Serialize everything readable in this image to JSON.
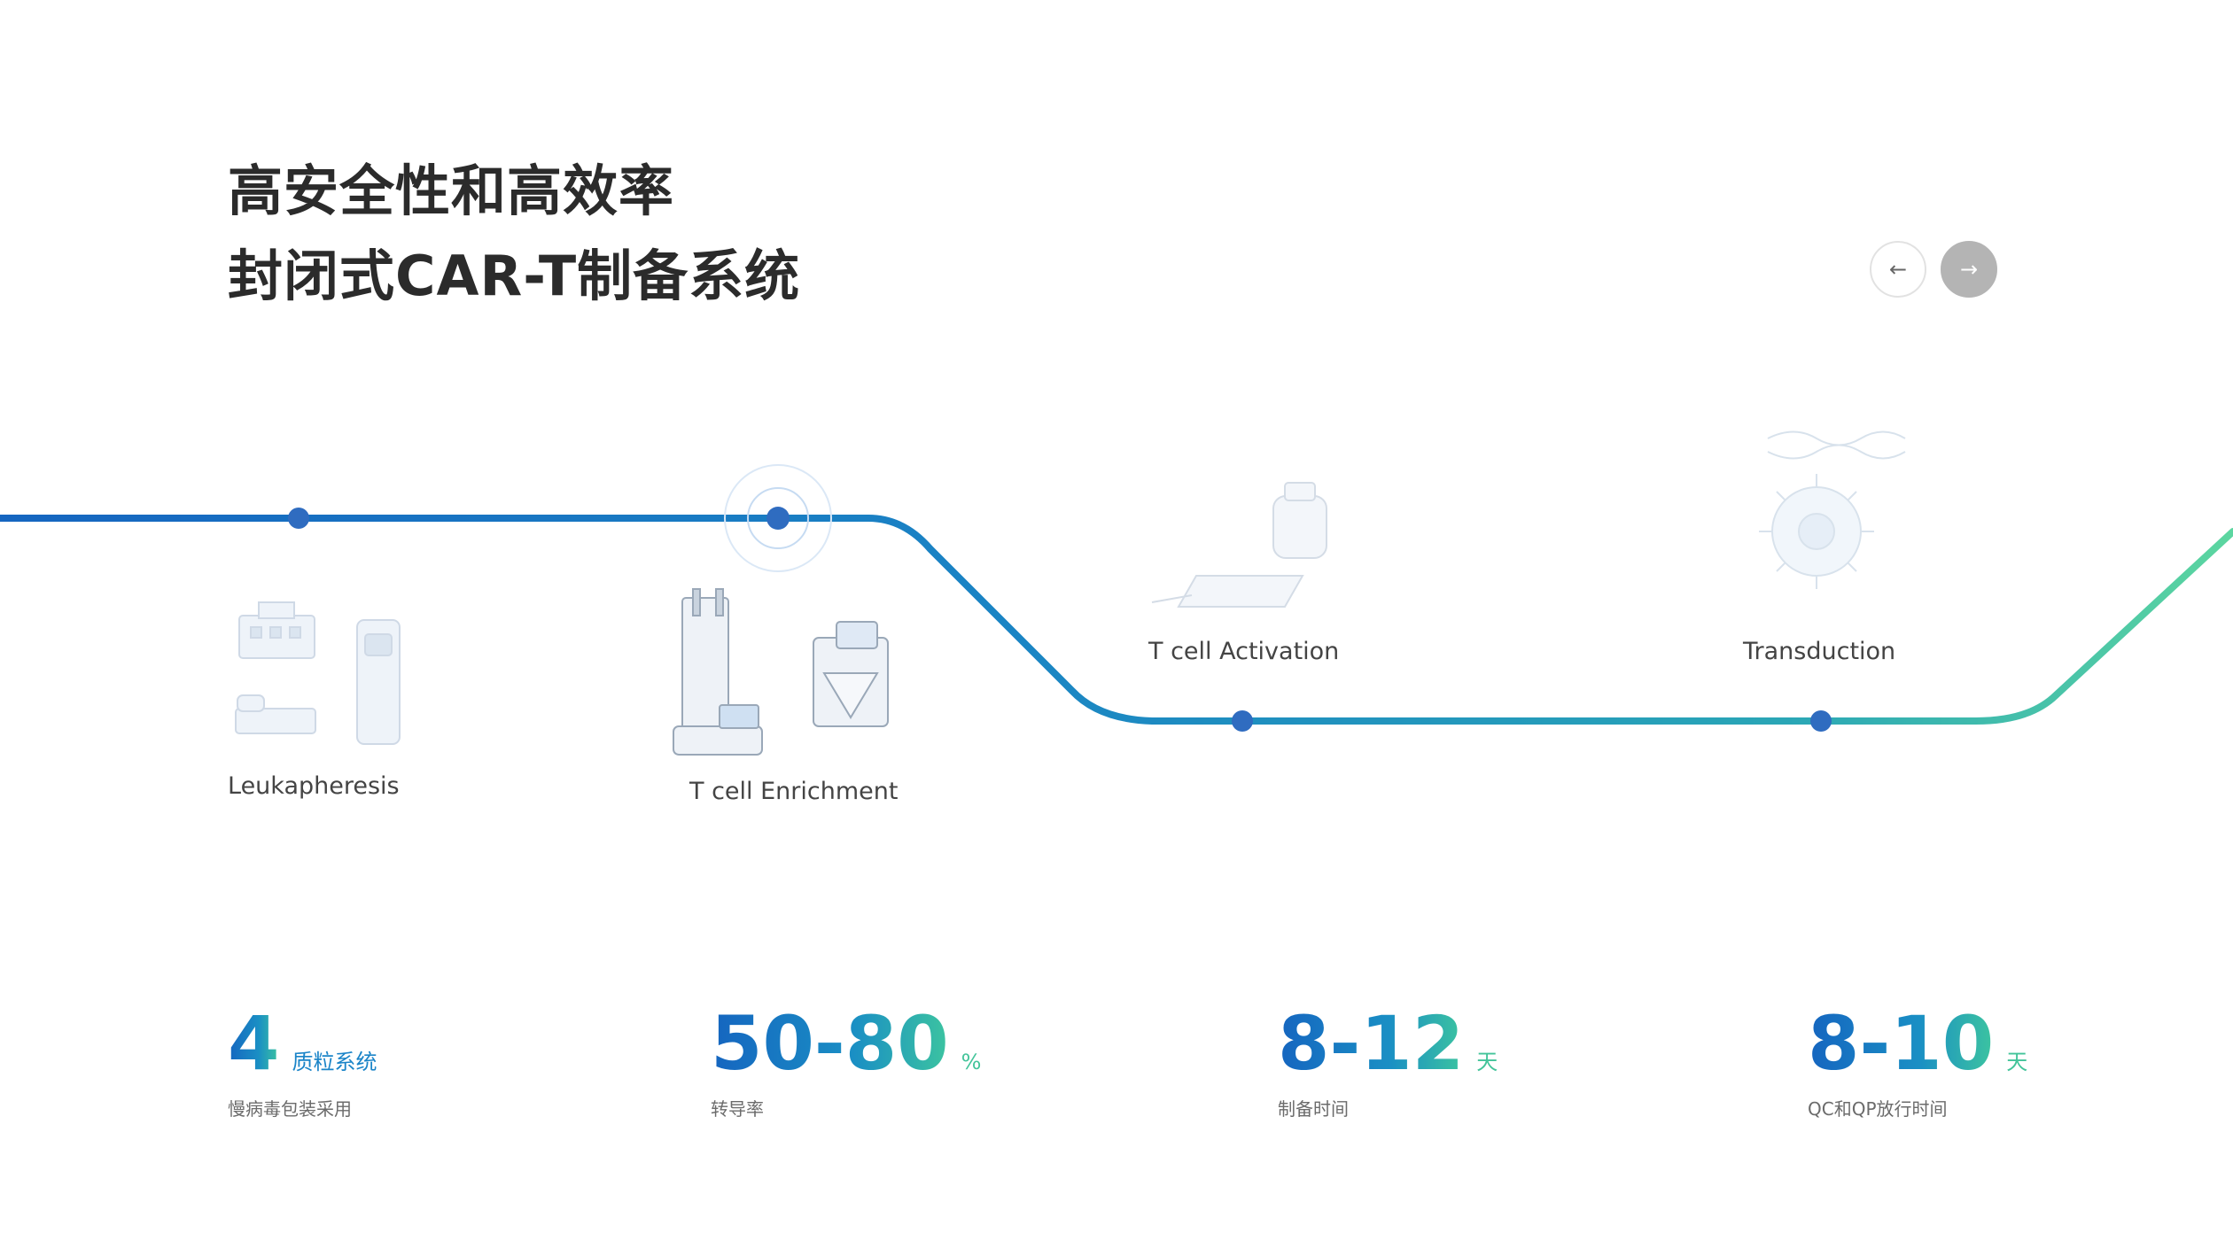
{
  "title": {
    "line1": "高安全性和高效率",
    "line2": "封闭式CAR-T制备系统"
  },
  "nav": {
    "prev_icon": "←",
    "next_icon": "→"
  },
  "steps": [
    {
      "label": "Leukapheresis"
    },
    {
      "label": "T cell Enrichment"
    },
    {
      "label": "T cell Activation"
    },
    {
      "label": "Transduction"
    }
  ],
  "stats": [
    {
      "value": "4",
      "unit": "质粒系统",
      "desc": "慢病毒包装采用"
    },
    {
      "value": "50-80",
      "unit": "%",
      "desc": "转导率"
    },
    {
      "value": "8-12",
      "unit": "天",
      "desc": "制备时间"
    },
    {
      "value": "8-10",
      "unit": "天",
      "desc": "QC和QP放行时间"
    }
  ],
  "colors": {
    "line_start": "#1565c0",
    "line_mid": "#1a8fc4",
    "line_end": "#5cd6a0",
    "node": "#2f6cc0",
    "title": "#2b2b2b"
  }
}
